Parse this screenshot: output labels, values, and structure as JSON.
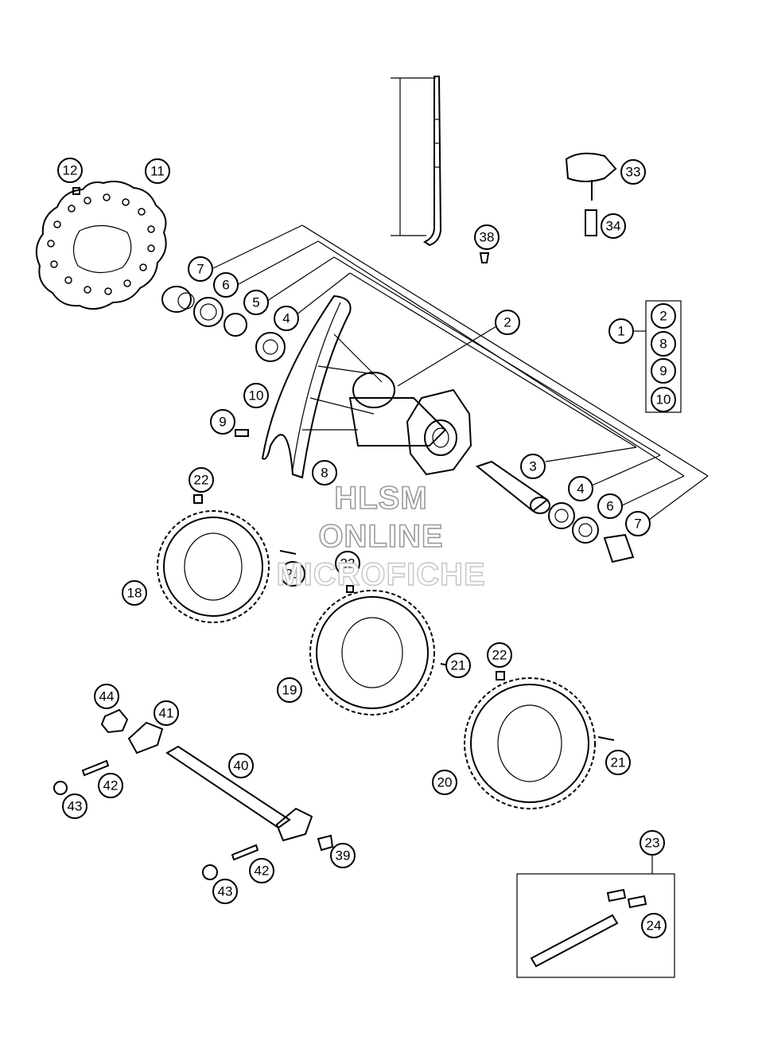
{
  "watermark": {
    "line1": "HLSM",
    "line2": "ONLINE",
    "line3": "MICROFICHE"
  },
  "callouts": [
    {
      "label": "12"
    },
    {
      "label": "11"
    },
    {
      "label": "33"
    },
    {
      "label": "34"
    },
    {
      "label": "38"
    },
    {
      "label": "7"
    },
    {
      "label": "6"
    },
    {
      "label": "5"
    },
    {
      "label": "4"
    },
    {
      "label": "2"
    },
    {
      "label": "1"
    },
    {
      "label": "2"
    },
    {
      "label": "8"
    },
    {
      "label": "9"
    },
    {
      "label": "10"
    },
    {
      "label": "10"
    },
    {
      "label": "9"
    },
    {
      "label": "8"
    },
    {
      "label": "3"
    },
    {
      "label": "4"
    },
    {
      "label": "6"
    },
    {
      "label": "7"
    },
    {
      "label": "22"
    },
    {
      "label": "21"
    },
    {
      "label": "18"
    },
    {
      "label": "22"
    },
    {
      "label": "21"
    },
    {
      "label": "19"
    },
    {
      "label": "22"
    },
    {
      "label": "21"
    },
    {
      "label": "20"
    },
    {
      "label": "44"
    },
    {
      "label": "41"
    },
    {
      "label": "40"
    },
    {
      "label": "42"
    },
    {
      "label": "43"
    },
    {
      "label": "39"
    },
    {
      "label": "42"
    },
    {
      "label": "43"
    },
    {
      "label": "23"
    },
    {
      "label": "24"
    }
  ]
}
